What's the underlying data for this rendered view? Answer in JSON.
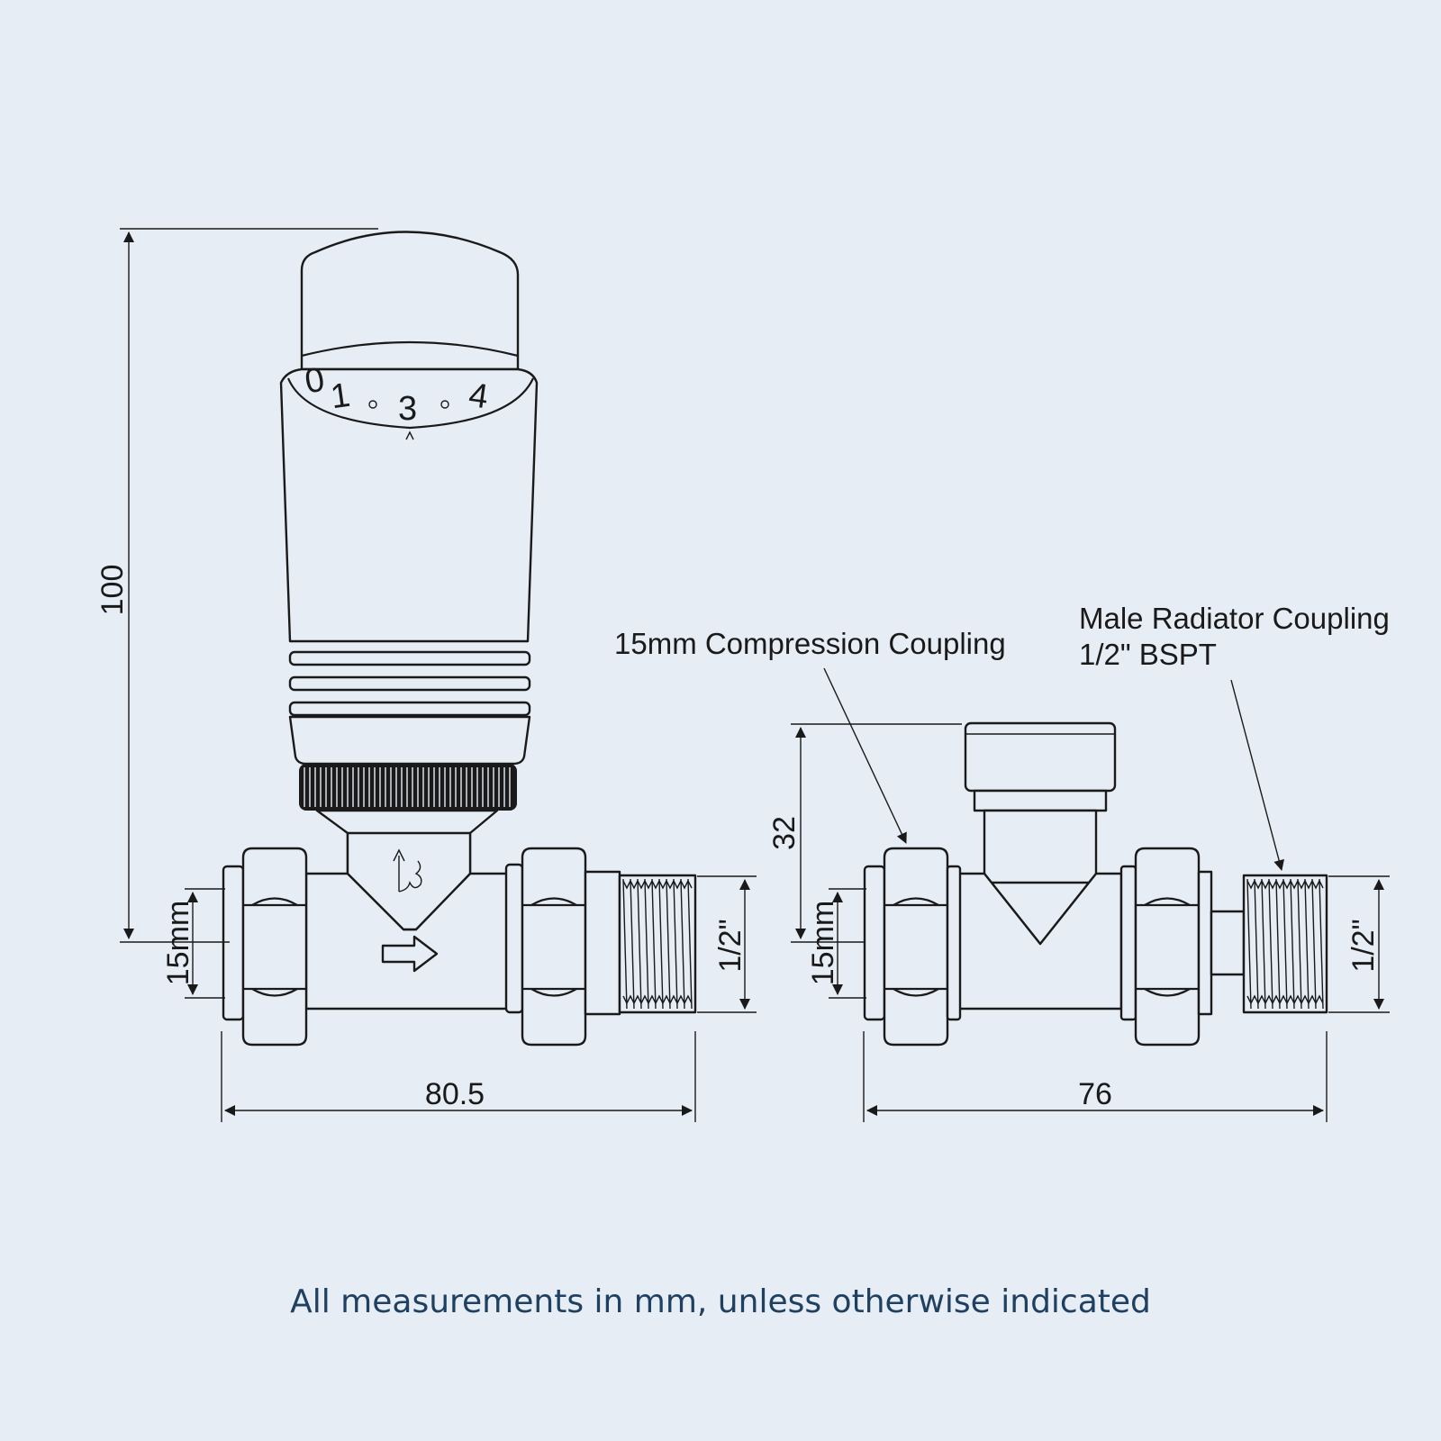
{
  "dimensions": {
    "height_total": "100",
    "width_left": "80.5",
    "pipe_left": "15mm",
    "thread_left": "1/2\"",
    "height_right": "32",
    "width_right": "76",
    "pipe_right": "15mm",
    "thread_right": "1/2\""
  },
  "dial": {
    "scale": [
      "0",
      "1",
      "3",
      "4"
    ]
  },
  "labels": {
    "compression": "15mm Compression Coupling",
    "male_line1": "Male Radiator Coupling",
    "male_line2": "1/2\" BSPT"
  },
  "footer": "All measurements in mm, unless otherwise indicated"
}
